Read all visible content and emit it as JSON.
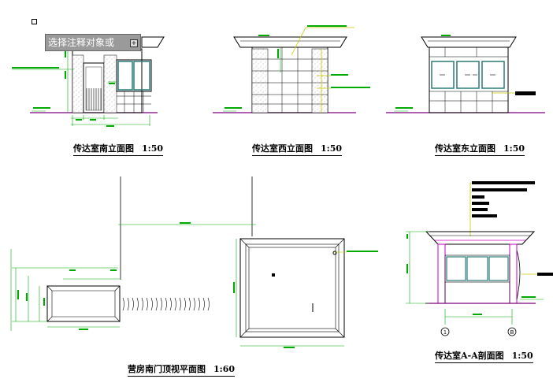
{
  "tooltip": {
    "text": "选择注释对象或",
    "plus": "+"
  },
  "titles": {
    "south": {
      "name": "传达室南立面图",
      "scale": "1:50"
    },
    "west": {
      "name": "传达室西立面图",
      "scale": "1:50"
    },
    "east": {
      "name": "传达室东立面图",
      "scale": "1:50"
    },
    "roof": {
      "name": "营房南门顶视平面图",
      "scale": "1:60"
    },
    "section": {
      "name": "传达室A-A剖面图",
      "scale": "1:50"
    }
  },
  "axis_labels": {
    "left": "1",
    "right": "B"
  },
  "colors": {
    "outline": "#000000",
    "dimension": "#00aa00",
    "leader": "#c8c800",
    "ground": "#800080",
    "magenta": "#cc00cc",
    "window": "#2a7a7a",
    "grey": "#888888"
  }
}
